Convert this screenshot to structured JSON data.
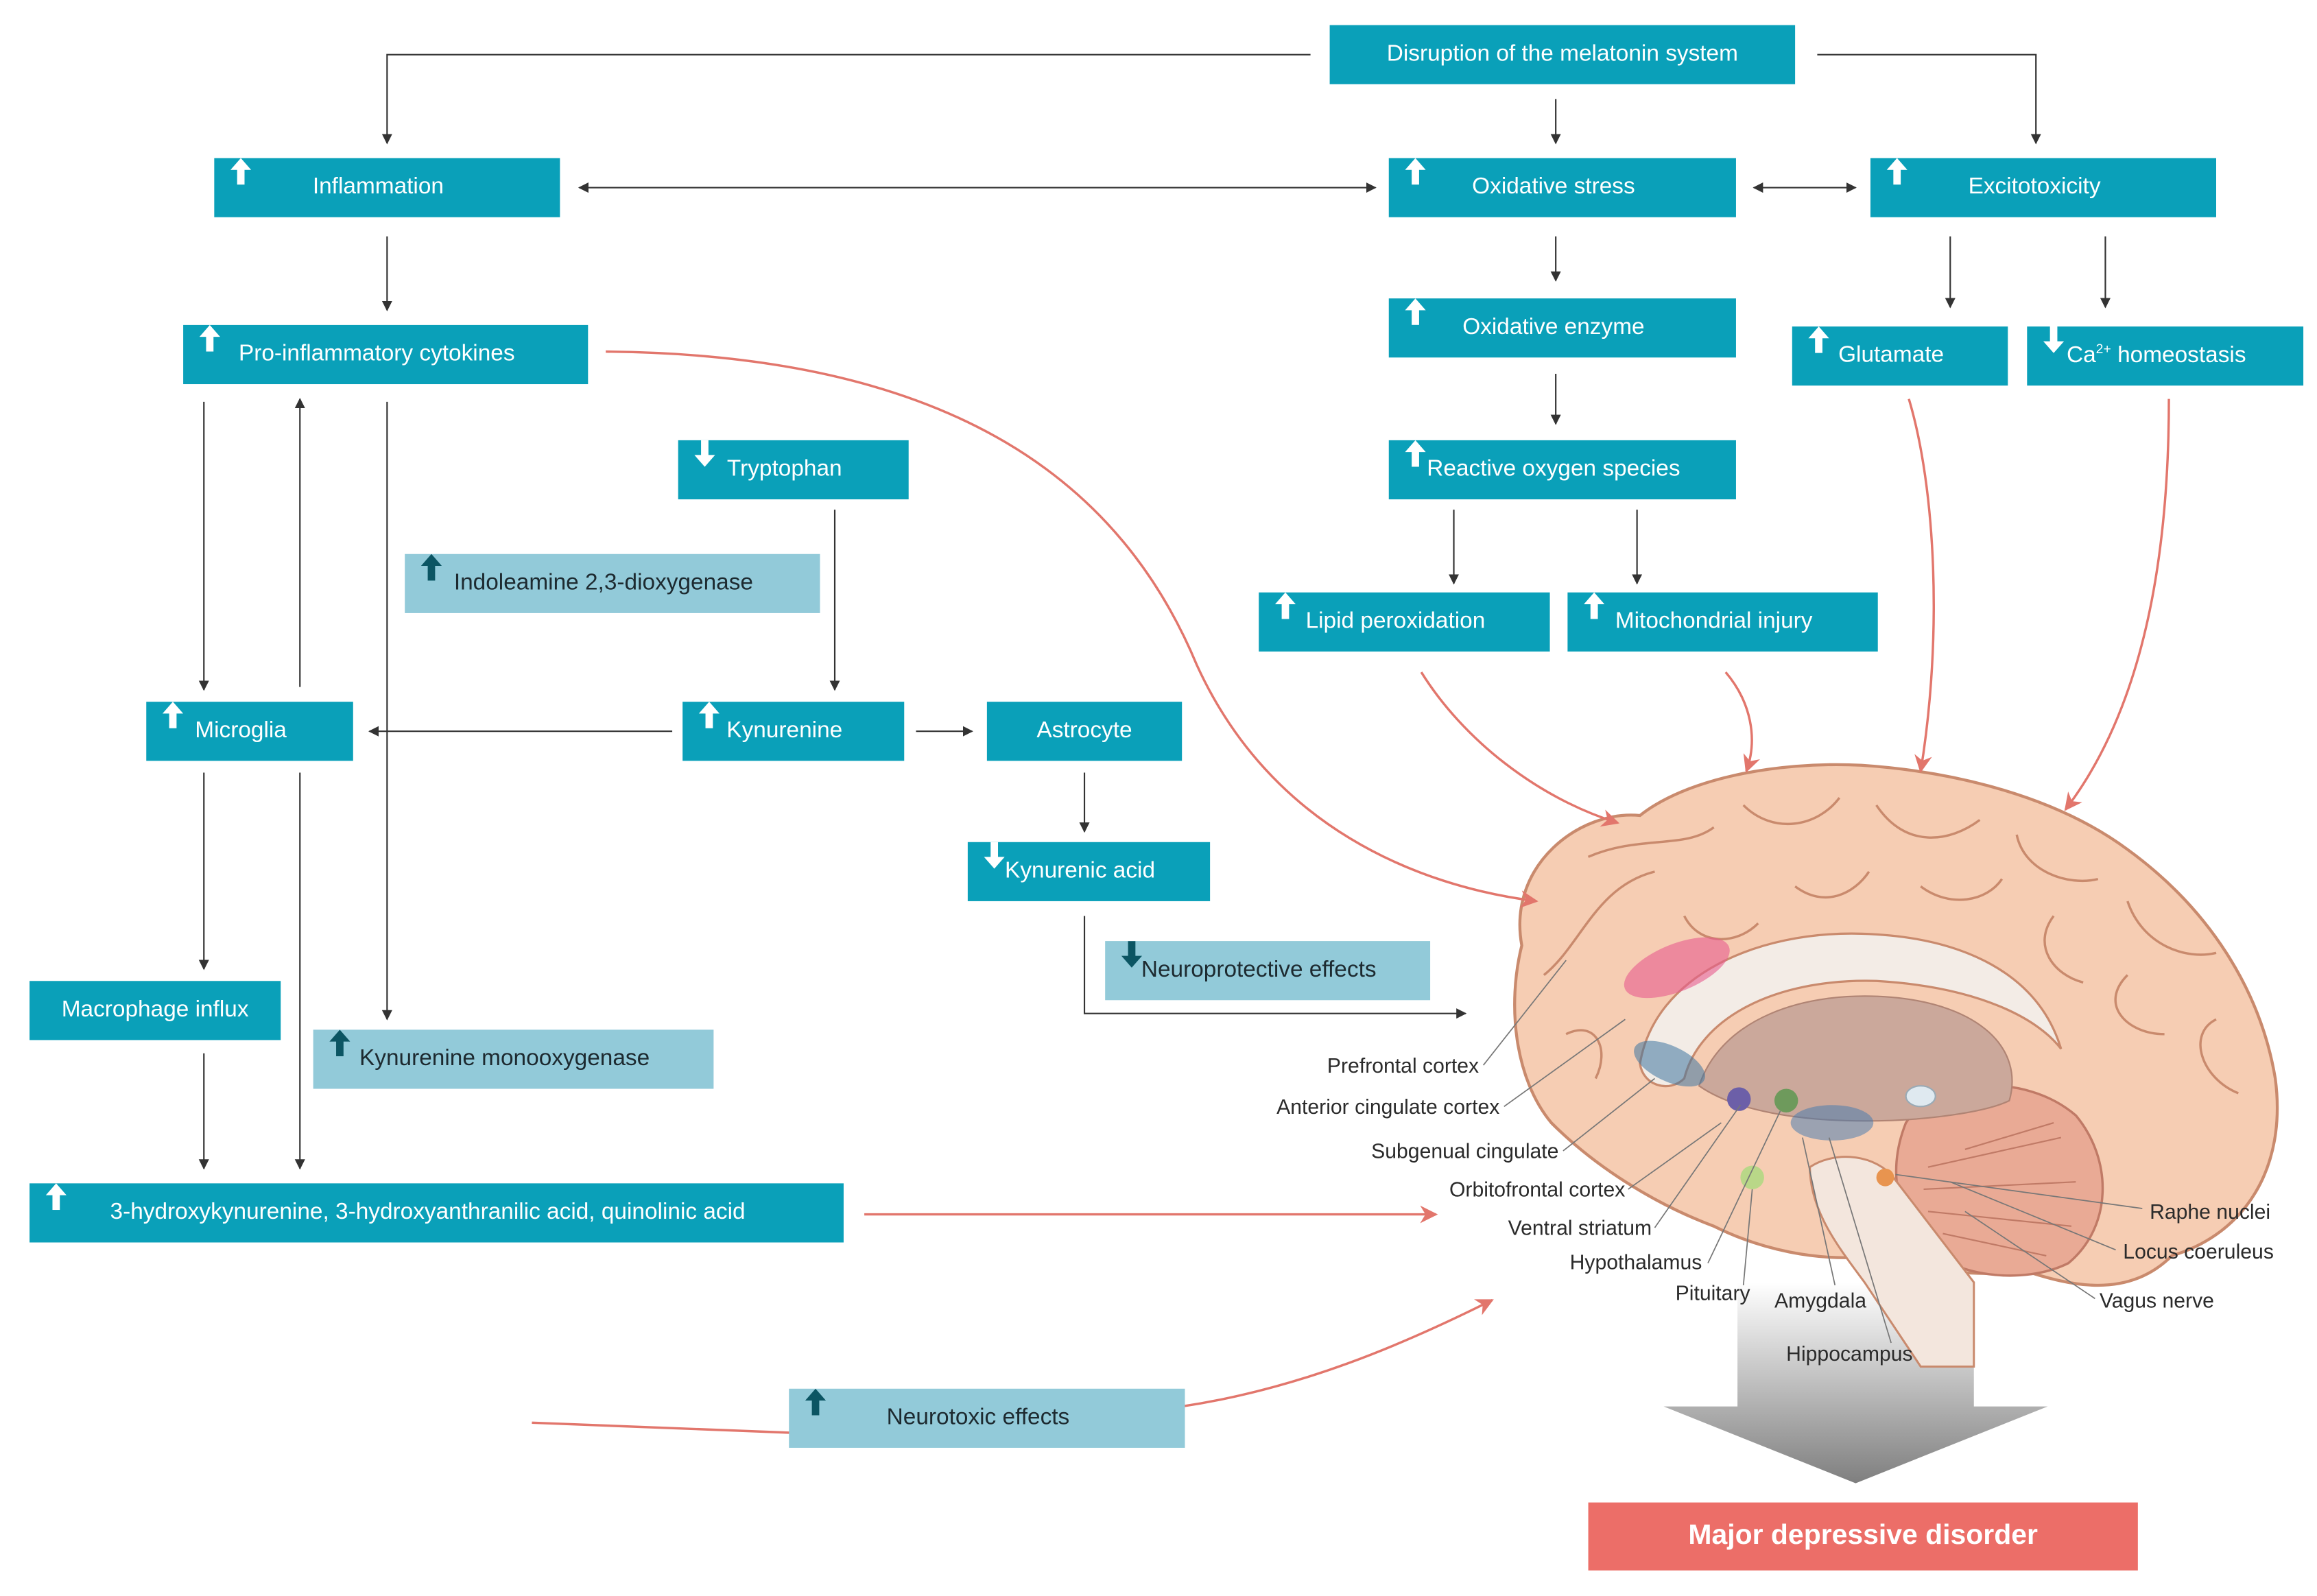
{
  "boxes": {
    "disruption": {
      "text": "Disruption of the melatonin system",
      "direction": "none"
    },
    "inflammation": {
      "text": "Inflammation",
      "direction": "up"
    },
    "oxidative_stress": {
      "text": "Oxidative stress",
      "direction": "up"
    },
    "excitotoxicity": {
      "text": "Excitotoxicity",
      "direction": "up"
    },
    "pro_inflammatory": {
      "text": "Pro-inflammatory cytokines",
      "direction": "up"
    },
    "oxidative_enzyme": {
      "text": "Oxidative enzyme",
      "direction": "up"
    },
    "glutamate": {
      "text": "Glutamate",
      "direction": "up"
    },
    "ca_homeostasis": {
      "text": "homeostasis",
      "prefix": "Ca",
      "superscript": "2+",
      "direction": "down"
    },
    "tryptophan": {
      "text": "Tryptophan",
      "direction": "down"
    },
    "ros": {
      "text": "Reactive oxygen species",
      "direction": "up"
    },
    "ido": {
      "text": "Indoleamine 2,3-dioxygenase",
      "direction": "up"
    },
    "lipid_peroxidation": {
      "text": "Lipid peroxidation",
      "direction": "up"
    },
    "mitochondrial_injury": {
      "text": "Mitochondrial injury",
      "direction": "up"
    },
    "microglia": {
      "text": "Microglia",
      "direction": "up"
    },
    "kynurenine": {
      "text": "Kynurenine",
      "direction": "up"
    },
    "astrocyte": {
      "text": "Astrocyte",
      "direction": "none"
    },
    "kynurenic_acid": {
      "text": "Kynurenic acid",
      "direction": "down"
    },
    "neuroprotective": {
      "text": "Neuroprotective effects",
      "direction": "down"
    },
    "macrophage": {
      "text": "Macrophage influx",
      "direction": "none"
    },
    "kmo": {
      "text": "Kynurenine monooxygenase",
      "direction": "up"
    },
    "metabolites": {
      "text": "3-hydroxykynurenine, 3-hydroxyanthranilic acid, quinolinic acid",
      "direction": "up"
    },
    "neurotoxic": {
      "text": "Neurotoxic effects",
      "direction": "up"
    }
  },
  "outcome": "Major depressive disorder",
  "brain_labels": {
    "prefrontal": "Prefrontal cortex",
    "acc": "Anterior cingulate cortex",
    "subgenual": "Subgenual cingulate",
    "orbitofrontal": "Orbitofrontal cortex",
    "ventral_striatum": "Ventral striatum",
    "hypothalamus": "Hypothalamus",
    "pituitary": "Pituitary",
    "amygdala": "Amygdala",
    "hippocampus": "Hippocampus",
    "raphe": "Raphe nuclei",
    "locus": "Locus coeruleus",
    "vagus": "Vagus nerve"
  },
  "colors": {
    "box_dark": "#0aa0b9",
    "box_light": "#92cad9",
    "connector": "#333333",
    "red_arrow": "#e2766c",
    "outcome": "#ec6e68",
    "brain": "#f6cdb3"
  }
}
